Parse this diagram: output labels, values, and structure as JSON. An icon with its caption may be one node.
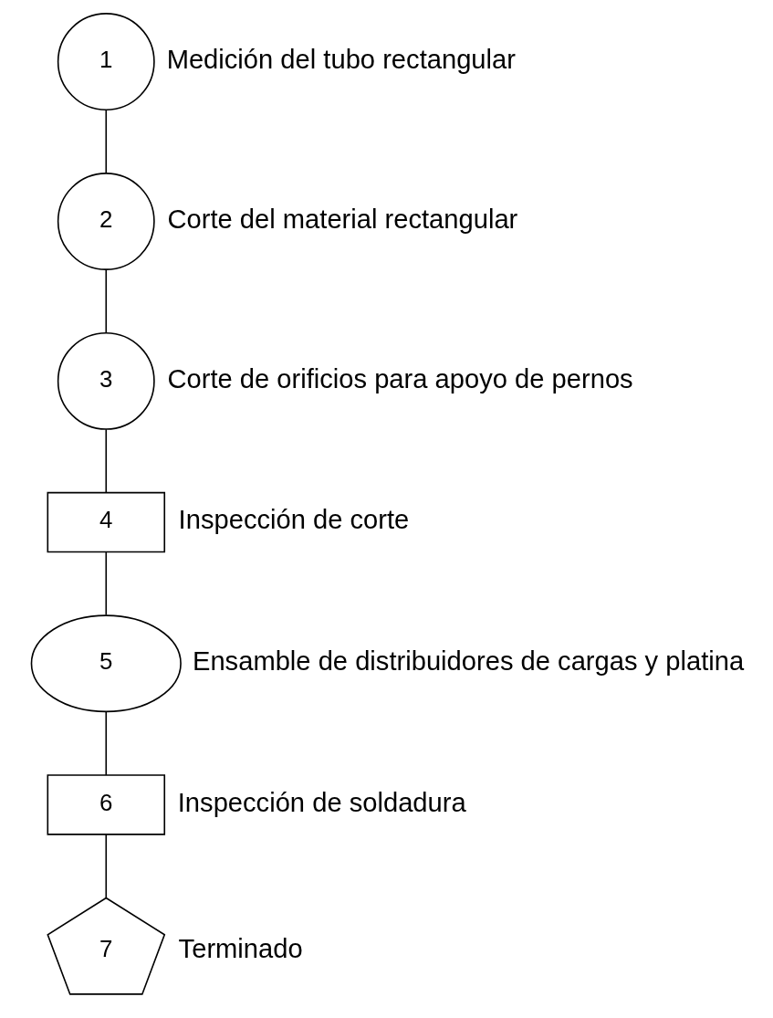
{
  "diagram": {
    "nodes": [
      {
        "text": [
          "1"
        ],
        "beside": [
          "Medición del tubo rectangular"
        ]
      },
      {
        "text": [
          "2"
        ],
        "beside": [
          "Corte del material rectangular"
        ]
      },
      {
        "text": [
          "3"
        ],
        "beside": [
          "Corte de orificios para apoyo de pernos"
        ]
      },
      {
        "text": [
          "4"
        ],
        "beside": [
          "Inspección de corte"
        ]
      },
      {
        "text": [
          "5"
        ],
        "beside": [
          "Ensamble de distribuidores de cargas y platina"
        ]
      },
      {
        "text": [
          "6"
        ],
        "beside": [
          "Inspección de soldadura"
        ]
      },
      {
        "text": [
          "7"
        ],
        "beside": [
          "Terminado"
        ]
      }
    ],
    "edges": [
      {
        "from": 0,
        "to": 1,
        "arrow": "none"
      },
      {
        "from": 1,
        "to": 2,
        "arrow": "none"
      },
      {
        "from": 2,
        "to": 3,
        "arrow": "none"
      },
      {
        "from": 3,
        "to": 4,
        "arrow": "none"
      },
      {
        "from": 4,
        "to": 5,
        "arrow": "none"
      },
      {
        "from": 5,
        "to": 6,
        "arrow": "none"
      }
    ]
  }
}
